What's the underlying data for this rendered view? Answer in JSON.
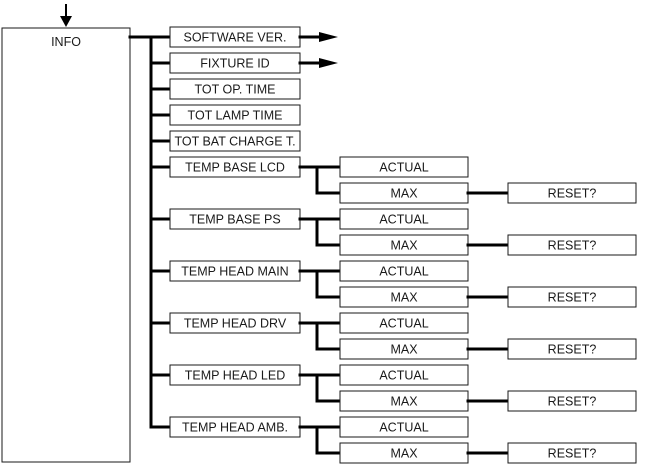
{
  "root": {
    "label": "INFO"
  },
  "simple_items": [
    {
      "label": "SOFTWARE VER.",
      "has_arrow": true
    },
    {
      "label": "FIXTURE ID",
      "has_arrow": true
    },
    {
      "label": "TOT OP. TIME",
      "has_arrow": false
    },
    {
      "label": "TOT LAMP TIME",
      "has_arrow": false
    },
    {
      "label": "TOT BAT CHARGE  T.",
      "has_arrow": false
    }
  ],
  "temp_items": [
    {
      "label": "TEMP BASE LCD"
    },
    {
      "label": "TEMP BASE PS"
    },
    {
      "label": "TEMP HEAD MAIN"
    },
    {
      "label": "TEMP HEAD DRV"
    },
    {
      "label": "TEMP HEAD LED"
    },
    {
      "label": "TEMP HEAD AMB."
    }
  ],
  "sub_labels": {
    "actual": "ACTUAL",
    "max": "MAX",
    "reset": "RESET?"
  }
}
